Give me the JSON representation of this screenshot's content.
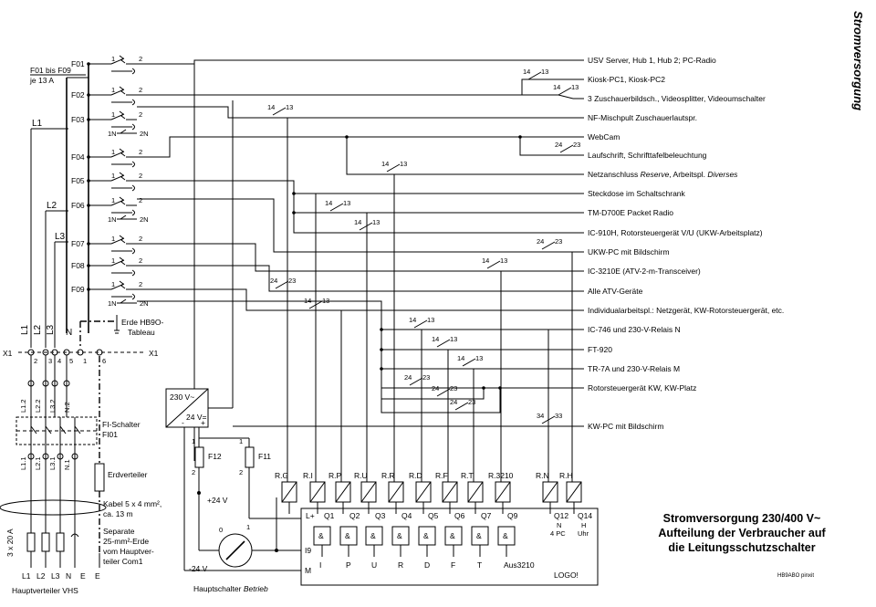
{
  "side_title": "Stromversorgung",
  "title_lines": [
    "Stromversorgung 230/400 V~",
    "Aufteilung der Verbraucher auf",
    "die Leitungsschutzschalter"
  ],
  "author": "HB9ABO pinxit",
  "fuse_note": [
    "F01 bis F09",
    "je 13 A"
  ],
  "phases": [
    "L1",
    "L2",
    "L3"
  ],
  "fuses": [
    "F01",
    "F02",
    "F03",
    "F04",
    "F05",
    "F06",
    "F07",
    "F08",
    "F09"
  ],
  "fuse_pins": [
    "1",
    "2",
    "1N",
    "2N"
  ],
  "loads": [
    {
      "text": "USV Server, Hub 1, Hub 2; PC-Radio"
    },
    {
      "text": "Kiosk-PC1, Kiosk-PC2"
    },
    {
      "text": "3 Zuschauerbildsch., Videosplitter, Videoumschalter"
    },
    {
      "text": "NF-Mischpult Zuschauerlautspr."
    },
    {
      "text": "WebCam"
    },
    {
      "text": "Laufschrift, Schrifttafelbeleuchtung"
    },
    {
      "text": "Netzanschluss ",
      "ital": "Reserve",
      "text2": ", Arbeitspl. ",
      "ital2": "Diverses"
    },
    {
      "text": "Steckdose im Schaltschrank"
    },
    {
      "text": "TM-D700E Packet Radio"
    },
    {
      "text": "IC-910H, Rotorsteuergerät V/U (UKW-Arbeitsplatz)"
    },
    {
      "text": "UKW-PC mit Bildschirm"
    },
    {
      "text": "IC-3210E (ATV-2-m-Transceiver)"
    },
    {
      "text": "Alle ATV-Geräte"
    },
    {
      "text": "Individualarbeitspl.: Netzgerät, KW-Rotorsteuergerät, etc."
    },
    {
      "text": "IC-746 und 230-V-Relais N"
    },
    {
      "text": "FT-920"
    },
    {
      "text": "TR-7A und 230-V-Relais M"
    },
    {
      "text": "Rotorsteuergerät KW, KW-Platz"
    },
    {
      "text": "KW-PC mit Bildschirm"
    }
  ],
  "contacts": [
    "14",
    "13",
    "24",
    "23",
    "34",
    "33"
  ],
  "terminal_top": [
    "L1",
    "L2",
    "L3",
    "N"
  ],
  "terminal_row": [
    "X1",
    "2",
    "3",
    "4",
    "5",
    "1",
    "6",
    "X1"
  ],
  "earth_label": [
    "Erde HB9O-",
    "Tableau"
  ],
  "fi_labels": [
    "L1.2",
    "L2.2",
    "L3.2",
    "N.2",
    "L1.1",
    "L2.1",
    "L3.1",
    "N.1"
  ],
  "fi_text": [
    "FI-Schalter",
    "FI01"
  ],
  "erdverteiler": "Erdverteiler",
  "cable": [
    "Kabel 5 x 4 mm²,",
    "ca. 13 m"
  ],
  "separate": [
    "Separate",
    "25-mm²-Erde",
    "vom Hauptver-",
    "teiler Com1"
  ],
  "main_fuse": "3 x 20 A",
  "bottom_terms": [
    "L1",
    "L2",
    "L3",
    "N",
    "E",
    "E"
  ],
  "hauptverteiler": "Hauptverteiler VHS",
  "psu": [
    "230 V~",
    "24 V=",
    "-",
    "+"
  ],
  "f11": "F11",
  "f12": "F12",
  "plus24": "+24 V",
  "minus24": "-24 V",
  "hauptschalter": "Hauptschalter ",
  "hauptschalter_ital": "Betrieb",
  "switch_pins": [
    "0",
    "1"
  ],
  "relays": [
    "R.G",
    "R.I",
    "R.P",
    "R.U",
    "R.R",
    "R.D",
    "R.F",
    "R.T",
    "R.3210",
    "R.N",
    "R.H"
  ],
  "logo_outputs": [
    "L+",
    "Q1",
    "Q2",
    "Q3",
    "Q4",
    "Q5",
    "Q6",
    "Q7",
    "Q9",
    "Q12",
    "Q14"
  ],
  "q12_sub": [
    "N",
    "4 PC"
  ],
  "q14_sub": [
    "H",
    "Uhr"
  ],
  "logo_inputs": [
    "I9",
    "M"
  ],
  "logo_bottom": [
    "I",
    "P",
    "U",
    "R",
    "D",
    "F",
    "T",
    "Aus3210"
  ],
  "logo_name": "LOGO!",
  "and": "&"
}
